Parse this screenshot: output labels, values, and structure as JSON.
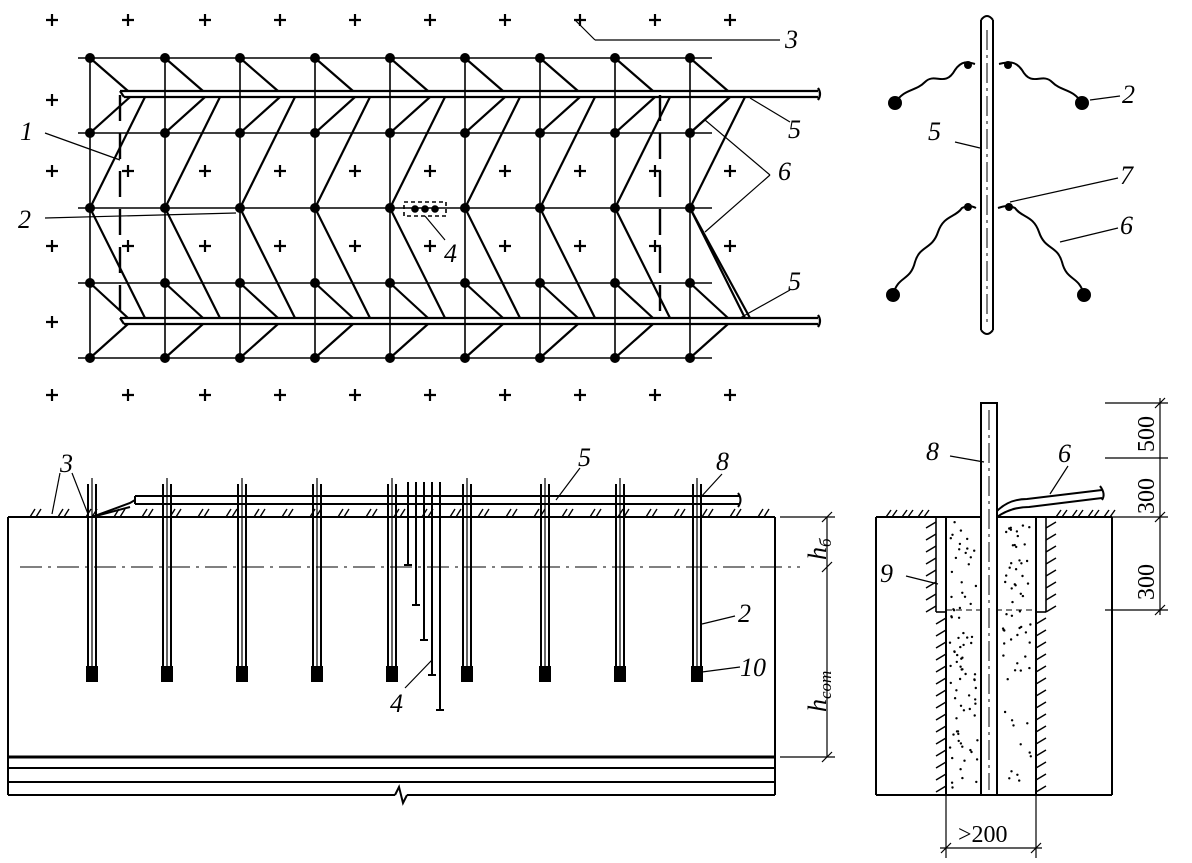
{
  "callouts": {
    "plan": {
      "c1": "1",
      "c2": "2",
      "c3": "3",
      "c4": "4",
      "c5_top": "5",
      "c5_bottom": "5",
      "c6": "6"
    },
    "detail": {
      "c2": "2",
      "c5": "5",
      "c6": "6",
      "c7": "7"
    },
    "section": {
      "c2": "2",
      "c3": "3",
      "c4": "4",
      "c5": "5",
      "c8": "8",
      "c10": "10",
      "h_base": "h",
      "h_base_sub": "б",
      "h_com": "h",
      "h_com_sub": "com"
    },
    "well": {
      "c6": "6",
      "c8": "8",
      "c9": "9",
      "dim_500": "500",
      "dim_300_upper": "300",
      "dim_300_lower": "300",
      "dim_width": ">200"
    }
  },
  "colors": {
    "ink": "#000000",
    "paper": "#ffffff"
  }
}
